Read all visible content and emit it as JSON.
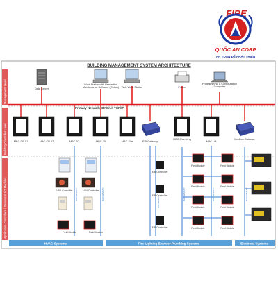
{
  "logo": {
    "word_top": "FIRE",
    "brand_name": "QUỐC AN CORP",
    "slogan": "AN TOÀN ĐỂ PHÁT TRIỂN",
    "colors": {
      "red": "#d42020",
      "blue": "#1a3aa0"
    }
  },
  "diagram": {
    "title": "BUILDING MANAGEMENT SYSTEM ARCHITECTURE",
    "levels": {
      "management": "Management Level",
      "building_controller": "Building Controller Level",
      "application": "Application Controllers / Sensors & I/O Modules"
    },
    "network_label": "Primary Network_BACnet TCP/IP",
    "workstations": {
      "data_server": "Data Server",
      "work_station": "Work Station with Preventive Maintenance Software (Option)",
      "web_station": "Web Work Station",
      "printer": "Printer",
      "programming": "Programming & Configuration Computer"
    },
    "controllers": {
      "c1": "MBC-CP-01",
      "c2": "MBC-CP-02",
      "c3": "MBC-07",
      "c4": "MBC-20",
      "c5": "MBC-Fire",
      "gateway_eib": "EIB Gateway",
      "c6": "MBC-Plumbing",
      "c7": "MBC-Lift",
      "gateway_modbus": "Modbus Gateway"
    },
    "devices": {
      "vav": "VAV Controller",
      "field_module": "Field Module",
      "eib_controller": "EIB Control ler",
      "bus_label": "BACnet MSTP"
    },
    "footer": {
      "hvac": "HVAC Systems",
      "fire": "Fire-Lighting-Elevator-Plumbing Systems",
      "electrical": "Electrical Systems"
    },
    "colors": {
      "network": "#e02020",
      "bus": "#3a7ad0",
      "footer_bg": "#5aa0d8",
      "level_bar": "#e05a5a"
    }
  }
}
